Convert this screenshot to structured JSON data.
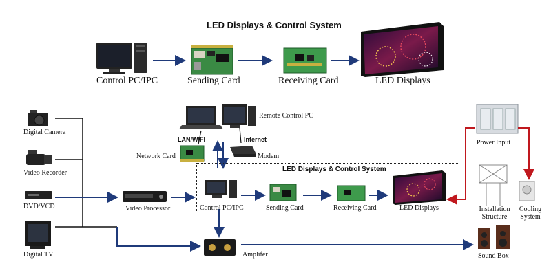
{
  "top": {
    "title": "LED Displays & Control System",
    "items": [
      "Control PC/IPC",
      "Sending Card",
      "Receiving Card",
      "LED Displays"
    ]
  },
  "bottom": {
    "inputs": [
      "Digital Camera",
      "Video Recorder",
      "DVD/VCD",
      "Digital TV"
    ],
    "video_processor": "Video Processor",
    "amplifier": "Amplifer",
    "network_card": "Network Card",
    "lan_wifi": "LAN/WIFI",
    "internet": "Internet",
    "modem": "Modem",
    "remote_pc": "Remote Control PC",
    "system_title": "LED Displays & Control System",
    "system_items": [
      "Control PC/IPC",
      "Sending Card",
      "Receiving Card",
      "LED Displays"
    ],
    "power_input": "Power Input",
    "installation": "Installation Structure",
    "cooling": "Cooling System",
    "sound_box": "Sound Box"
  },
  "colors": {
    "arrow_blue": "#1f3a7a",
    "arrow_red": "#c0181e",
    "card_green": "#2f7a3a"
  }
}
